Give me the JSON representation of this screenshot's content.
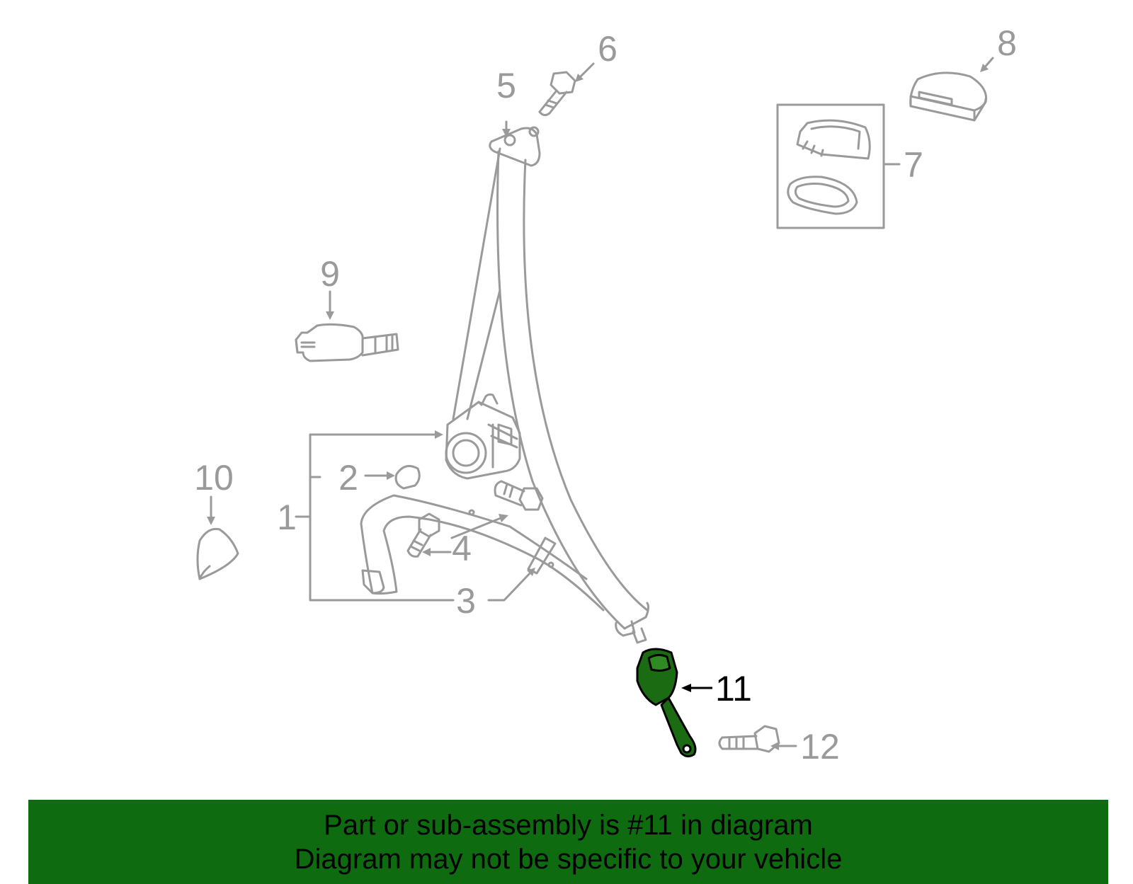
{
  "diagram": {
    "callouts": {
      "c1": "1",
      "c2": "2",
      "c3": "3",
      "c4": "4",
      "c5": "5",
      "c6": "6",
      "c7": "7",
      "c8": "8",
      "c9": "9",
      "c10": "10",
      "c11": "11",
      "c12": "12"
    },
    "highlighted_part": "11"
  },
  "banner": {
    "line1": "Part or sub-assembly is #11 in diagram",
    "line2": "Diagram may not be specific to your vehicle"
  },
  "colors": {
    "part_outline": "#9a9a9a",
    "highlight_fill": "#1a6b12",
    "highlight_stroke": "#000000",
    "banner_bg": "#0f6b0f",
    "banner_text": "#000000"
  }
}
